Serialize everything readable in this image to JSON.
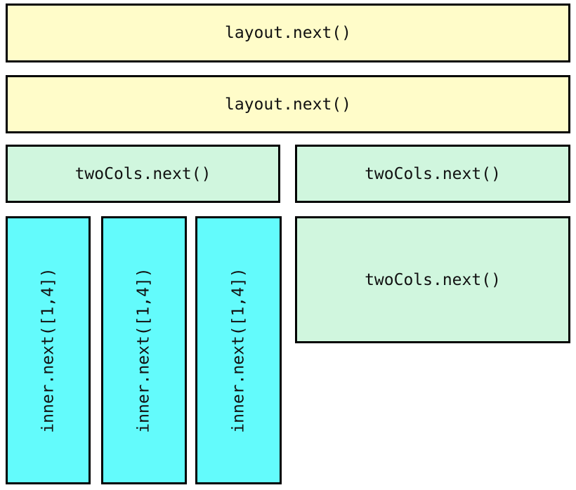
{
  "diagram": {
    "background": "#ffffff",
    "border_color": "#000000",
    "blocks": [
      {
        "id": "layout-row-1",
        "label": "layout.next()",
        "fill": "#fffcc9",
        "text_rotation": 0
      },
      {
        "id": "layout-row-2",
        "label": "layout.next()",
        "fill": "#fffcc9",
        "text_rotation": 0
      },
      {
        "id": "twocols-cell-1",
        "label": "twoCols.next()",
        "fill": "#d0f6de",
        "text_rotation": 0
      },
      {
        "id": "twocols-cell-2",
        "label": "twoCols.next()",
        "fill": "#d0f6de",
        "text_rotation": 0
      },
      {
        "id": "inner-cell-1",
        "label": "inner.next([1,4])",
        "fill": "#63fbfc",
        "text_rotation": -90
      },
      {
        "id": "inner-cell-2",
        "label": "inner.next([1,4])",
        "fill": "#63fbfc",
        "text_rotation": -90
      },
      {
        "id": "inner-cell-3",
        "label": "inner.next([1,4])",
        "fill": "#63fbfc",
        "text_rotation": -90
      },
      {
        "id": "twocols-cell-3",
        "label": "twoCols.next()",
        "fill": "#d0f6de",
        "text_rotation": 0
      }
    ]
  }
}
